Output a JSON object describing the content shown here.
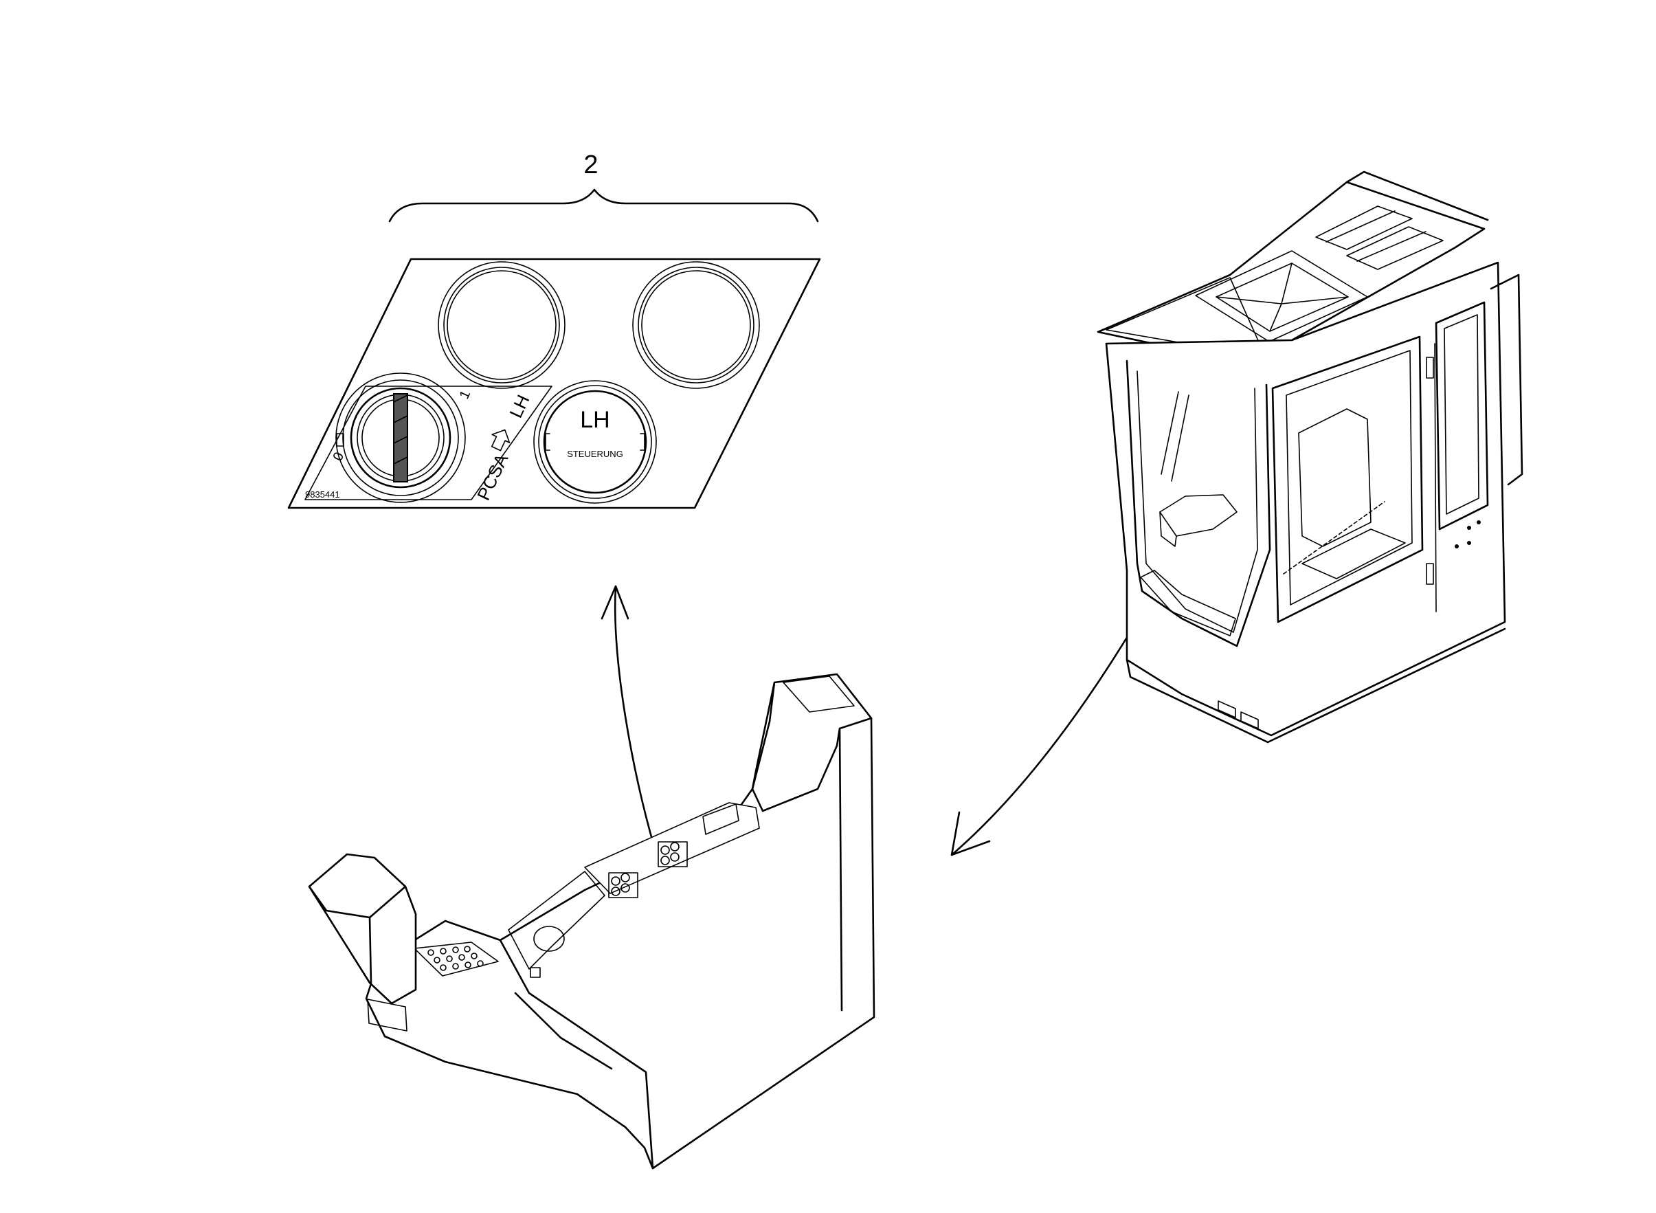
{
  "callout": {
    "number": "2"
  },
  "decal": {
    "part_number": "9835441",
    "switch_positions": {
      "off": "0",
      "on": "1"
    },
    "mode_label": "PCSA",
    "mode_target": "LH",
    "indicator_title": "LH",
    "indicator_subtitle": "STEUERUNG"
  }
}
